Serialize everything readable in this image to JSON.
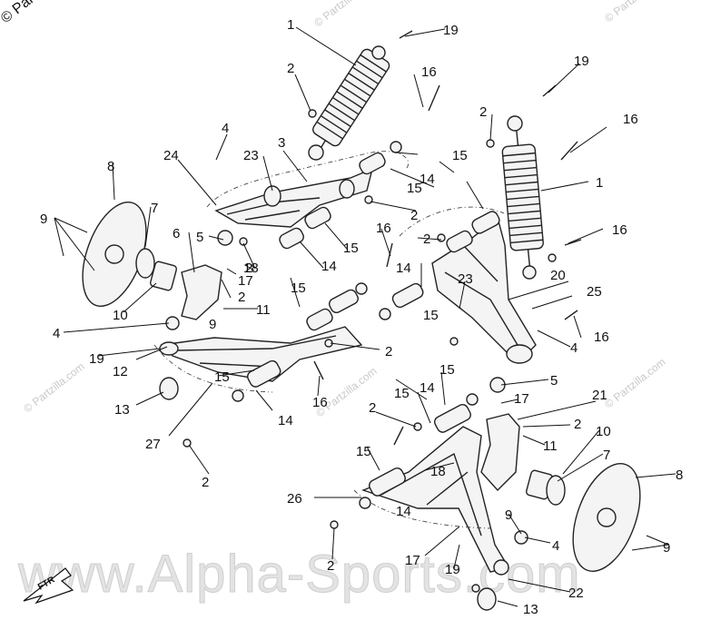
{
  "watermark": {
    "corner_text": "© Partzilla",
    "small_text": "© Partzilla.com",
    "large_text": "www.Alpha-Sports.com"
  },
  "direction_badge": "FTR",
  "callouts": {
    "c1a": "1",
    "c1b": "1",
    "c2a": "2",
    "c2b": "2",
    "c2c": "2",
    "c2d": "2",
    "c2e": "2",
    "c2f": "2",
    "c2g": "2",
    "c2h": "2",
    "c2i": "2",
    "c2j": "2",
    "c2k": "2",
    "c3": "3",
    "c4a": "4",
    "c4b": "4",
    "c4c": "4",
    "c4d": "4",
    "c5a": "5",
    "c5b": "5",
    "c6": "6",
    "c7a": "7",
    "c7b": "7",
    "c8a": "8",
    "c8b": "8",
    "c9a": "9",
    "c9b": "9",
    "c9c": "9",
    "c9d": "9",
    "c10a": "10",
    "c10b": "10",
    "c11a": "11",
    "c11b": "11",
    "c12": "12",
    "c13a": "13",
    "c13b": "13",
    "c14a": "14",
    "c14b": "14",
    "c14c": "14",
    "c14d": "14",
    "c14e": "14",
    "c14f": "14",
    "c15a": "15",
    "c15b": "15",
    "c15c": "15",
    "c15d": "15",
    "c15e": "15",
    "c15f": "15",
    "c15g": "15",
    "c15h": "15",
    "c16a": "16",
    "c16b": "16",
    "c16c": "16",
    "c16d": "16",
    "c16e": "16",
    "c16f": "16",
    "c17a": "17",
    "c17b": "17",
    "c17c": "17",
    "c18a": "18",
    "c18b": "18",
    "c19a": "19",
    "c19b": "19",
    "c19c": "19",
    "c19d": "19",
    "c20": "20",
    "c21": "21",
    "c22": "22",
    "c23a": "23",
    "c23b": "23",
    "c24": "24",
    "c25": "25",
    "c26": "26",
    "c27": "27"
  }
}
